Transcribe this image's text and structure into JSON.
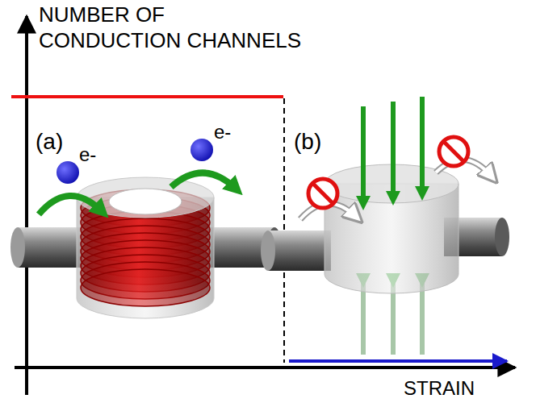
{
  "diagram": {
    "labels": [
      "NUMBER OF CONDUCTION CHANNELS",
      "(a)",
      "e-",
      "e-",
      "(b)",
      "STRAIN"
    ]
  }
}
